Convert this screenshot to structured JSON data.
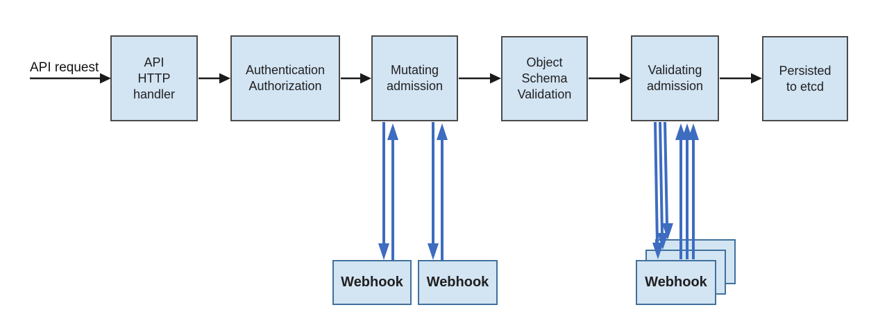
{
  "diagram": {
    "title_hint": "Kubernetes API request admission flow",
    "input_label": "API request",
    "pipeline": [
      {
        "id": "api-http-handler",
        "label": "API\nHTTP\nhandler"
      },
      {
        "id": "authentication-authorization",
        "label": "Authentication\nAuthorization"
      },
      {
        "id": "mutating-admission",
        "label": "Mutating\nadmission"
      },
      {
        "id": "object-schema-validation",
        "label": "Object\nSchema\nValidation"
      },
      {
        "id": "validating-admission",
        "label": "Validating\nadmission"
      },
      {
        "id": "persisted-to-etcd",
        "label": "Persisted\nto etcd"
      }
    ],
    "mutating_webhooks": [
      {
        "label": "Webhook"
      },
      {
        "label": "Webhook"
      }
    ],
    "validating_webhook_stack": {
      "label": "Webhook",
      "stacked_count": 3
    },
    "colors": {
      "box_fill": "#d3e4f3",
      "box_border": "#4a4a4a",
      "webhook_border": "#40719c",
      "flow_arrow": "#1a1a1a",
      "webhook_arrow": "#3d6cc0",
      "background": "#ffffff"
    }
  }
}
